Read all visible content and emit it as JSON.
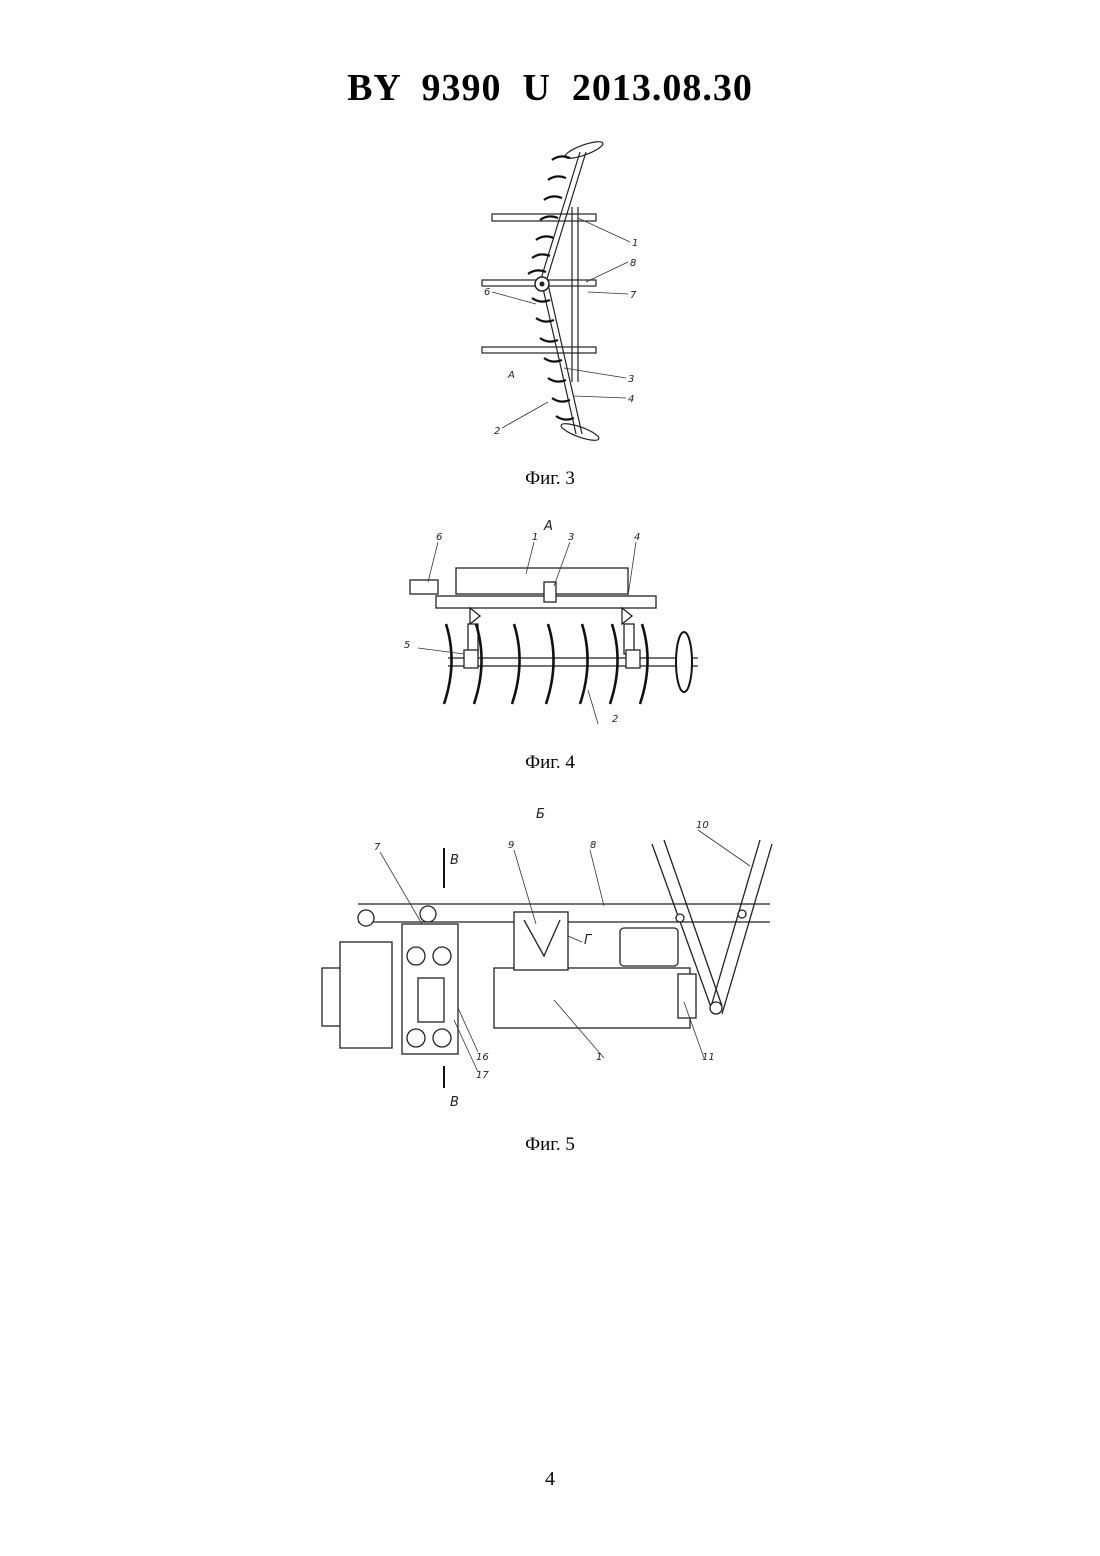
{
  "header": {
    "title": "BY  9390  U  2013.08.30"
  },
  "figures": [
    {
      "caption": "Фиг. 3",
      "labels": {
        "l1": "1",
        "l8": "8",
        "l7": "7",
        "l6": "6",
        "l3": "3",
        "l4": "4",
        "l2": "2",
        "lA": "А"
      }
    },
    {
      "caption": "Фиг. 4",
      "labels": {
        "view": "А",
        "l6": "6",
        "l1": "1",
        "l3": "3",
        "l4": "4",
        "l5": "5",
        "l2": "2"
      }
    },
    {
      "caption": "Фиг. 5",
      "labels": {
        "view": "Б",
        "l7": "7",
        "secTop": "В",
        "l9": "9",
        "l8": "8",
        "l10": "10",
        "arrowG": "Г",
        "l16": "16",
        "l17": "17",
        "l1": "1",
        "l11": "11",
        "secBottom": "В"
      }
    }
  ],
  "page_number": "4"
}
